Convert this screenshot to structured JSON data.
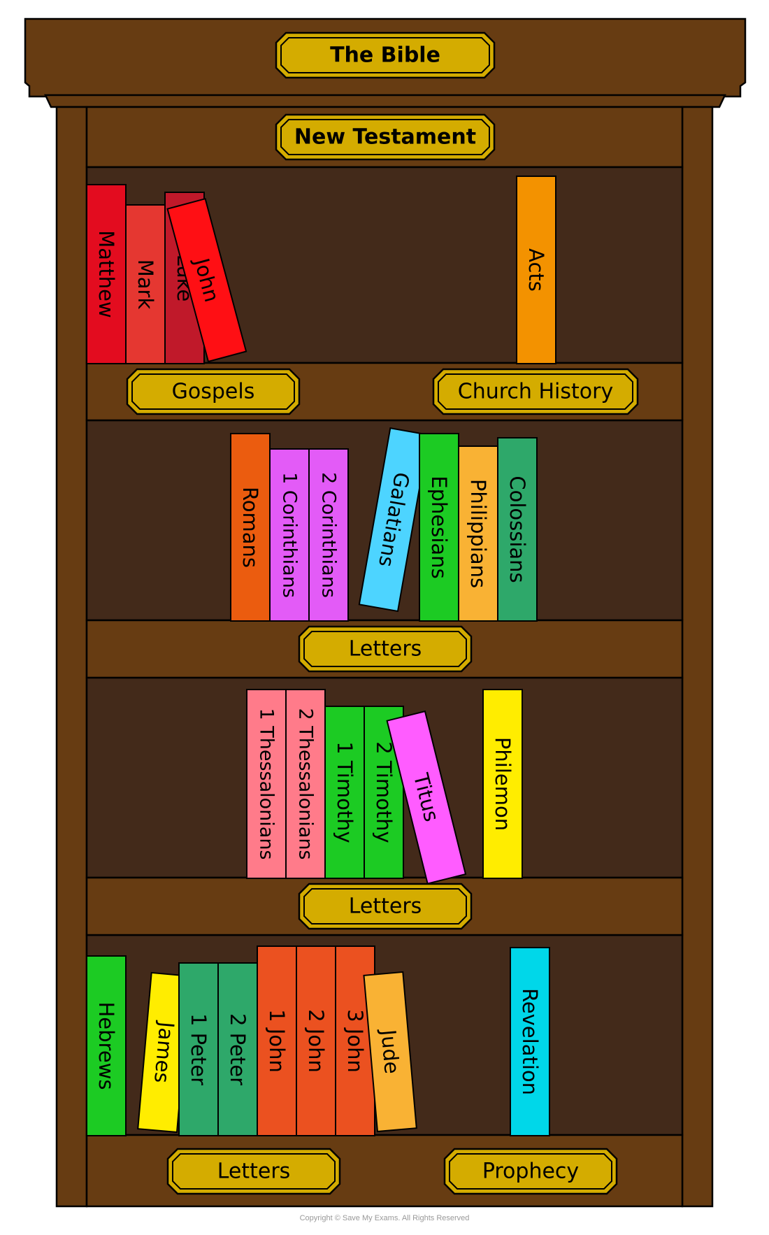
{
  "colors": {
    "wood": "#673c12",
    "shelf_back": "#432a1a",
    "plaque_fill": "#d4ac00",
    "outline": "#000000"
  },
  "plaques": {
    "title": "The Bible",
    "subtitle": "New Testament",
    "gospels": "Gospels",
    "church_history": "Church History",
    "letters_1": "Letters",
    "letters_2": "Letters",
    "letters_3": "Letters",
    "prophecy": "Prophecy"
  },
  "shelves": [
    {
      "name": "shelf-1",
      "books": [
        {
          "title": "Matthew",
          "color": "#e30c1f"
        },
        {
          "title": "Mark",
          "color": "#e53731"
        },
        {
          "title": "Luke",
          "color": "#c0192a"
        },
        {
          "title": "John",
          "color": "#ff0f14",
          "tilted": true
        },
        {
          "title": "Acts",
          "color": "#f39200"
        }
      ]
    },
    {
      "name": "shelf-2",
      "books": [
        {
          "title": "Romans",
          "color": "#eb5c0f"
        },
        {
          "title": "1 Corinthians",
          "color": "#e35bf7"
        },
        {
          "title": "2 Corinthians",
          "color": "#e35bf7"
        },
        {
          "title": "Galatians",
          "color": "#4dd4ff",
          "tilted": true
        },
        {
          "title": "Ephesians",
          "color": "#1ccb23"
        },
        {
          "title": "Philippians",
          "color": "#f9b234"
        },
        {
          "title": "Colossians",
          "color": "#2ea86a"
        }
      ]
    },
    {
      "name": "shelf-3",
      "books": [
        {
          "title": "1 Thessalonians",
          "color": "#ff7b8a"
        },
        {
          "title": "2 Thessalonians",
          "color": "#ff7b8a"
        },
        {
          "title": "1 Timothy",
          "color": "#1ccb23"
        },
        {
          "title": "2 Timothy",
          "color": "#1ccb23"
        },
        {
          "title": "Titus",
          "color": "#ff5cff",
          "tilted": true
        },
        {
          "title": "Philemon",
          "color": "#ffed00"
        }
      ]
    },
    {
      "name": "shelf-4",
      "books": [
        {
          "title": "Hebrews",
          "color": "#1ccb23"
        },
        {
          "title": "James",
          "color": "#ffed00",
          "tilted": true
        },
        {
          "title": "1 Peter",
          "color": "#2ea86a"
        },
        {
          "title": "2 Peter",
          "color": "#2ea86a"
        },
        {
          "title": "1 John",
          "color": "#eb5120"
        },
        {
          "title": "2 John",
          "color": "#eb5120"
        },
        {
          "title": "3 John",
          "color": "#eb5120"
        },
        {
          "title": "Jude",
          "color": "#f9b234",
          "tilted": true
        },
        {
          "title": "Revelation",
          "color": "#00d7e9"
        }
      ]
    }
  ],
  "footer": {
    "copyright": "Copyright © Save My Exams. All Rights Reserved"
  }
}
